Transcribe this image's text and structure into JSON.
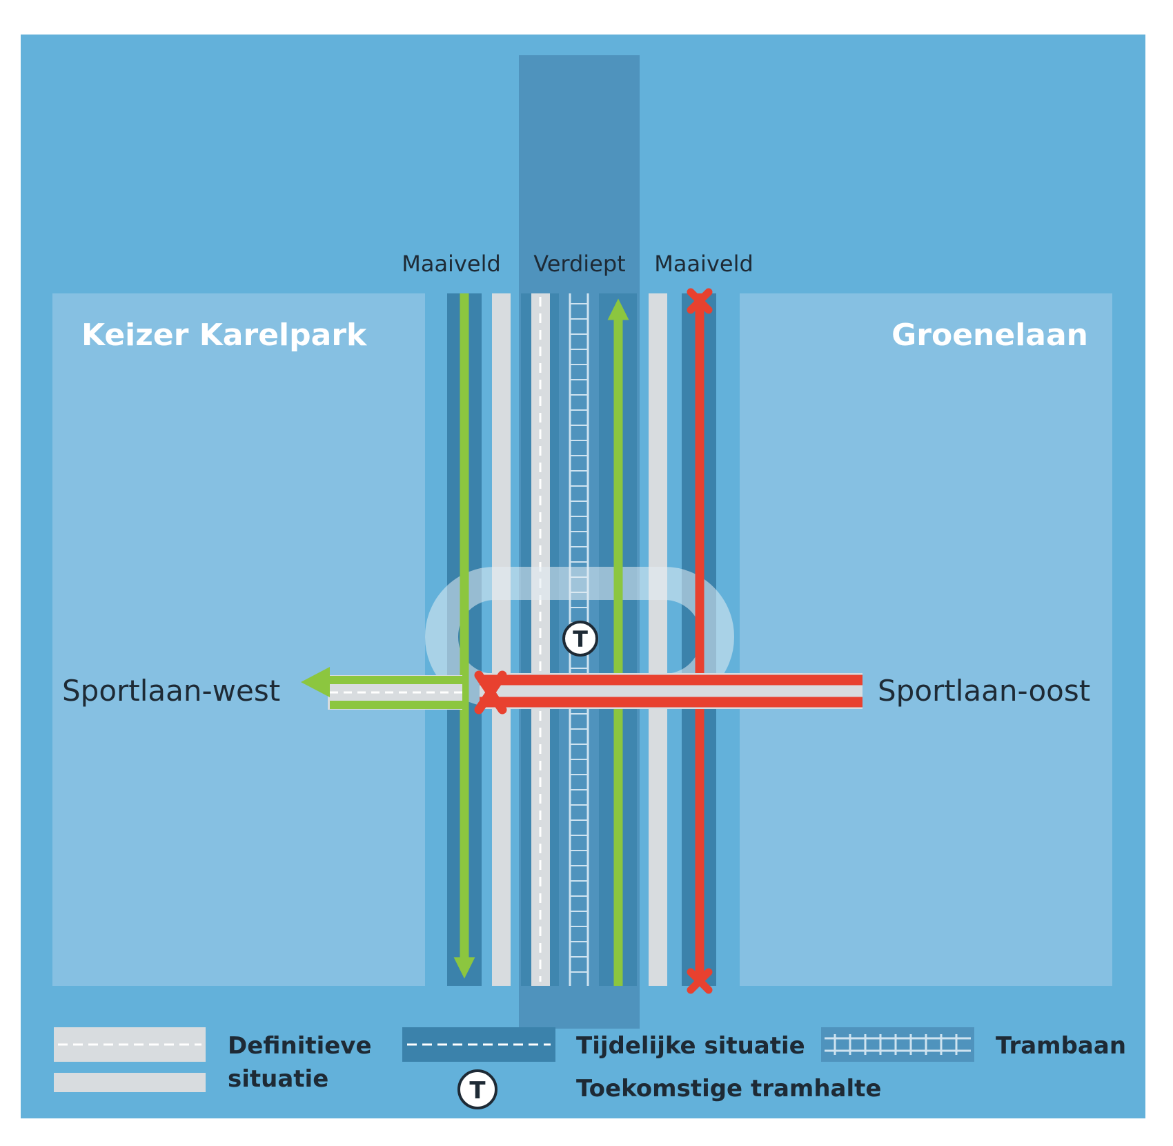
{
  "colors": {
    "background": "#63b1da",
    "park_area": "#86c0e2",
    "deep_band": "#4f93bd",
    "temp_road": "#3b82ab",
    "final_road": "#d8dcdf",
    "green_route": "#8cc63f",
    "red_route": "#e8412f",
    "label_dark": "#1e2a35",
    "label_white": "#ffffff"
  },
  "diagram": {
    "top_labels": {
      "left": "Maaiveld",
      "center": "Verdiept",
      "right": "Maaiveld"
    },
    "areas": {
      "west": "Keizer Karelpark",
      "east": "Groenelaan"
    },
    "streets": {
      "west": "Sportlaan-west",
      "east": "Sportlaan-oost"
    },
    "tram_stop_symbol": "T"
  },
  "legend": {
    "definitive_line1": "Definitieve",
    "definitive_line2": "situatie",
    "temporary": "Tijdelijke situatie",
    "tram_track": "Trambaan",
    "future_tram_stop": "Toekomstige tramhalte"
  }
}
